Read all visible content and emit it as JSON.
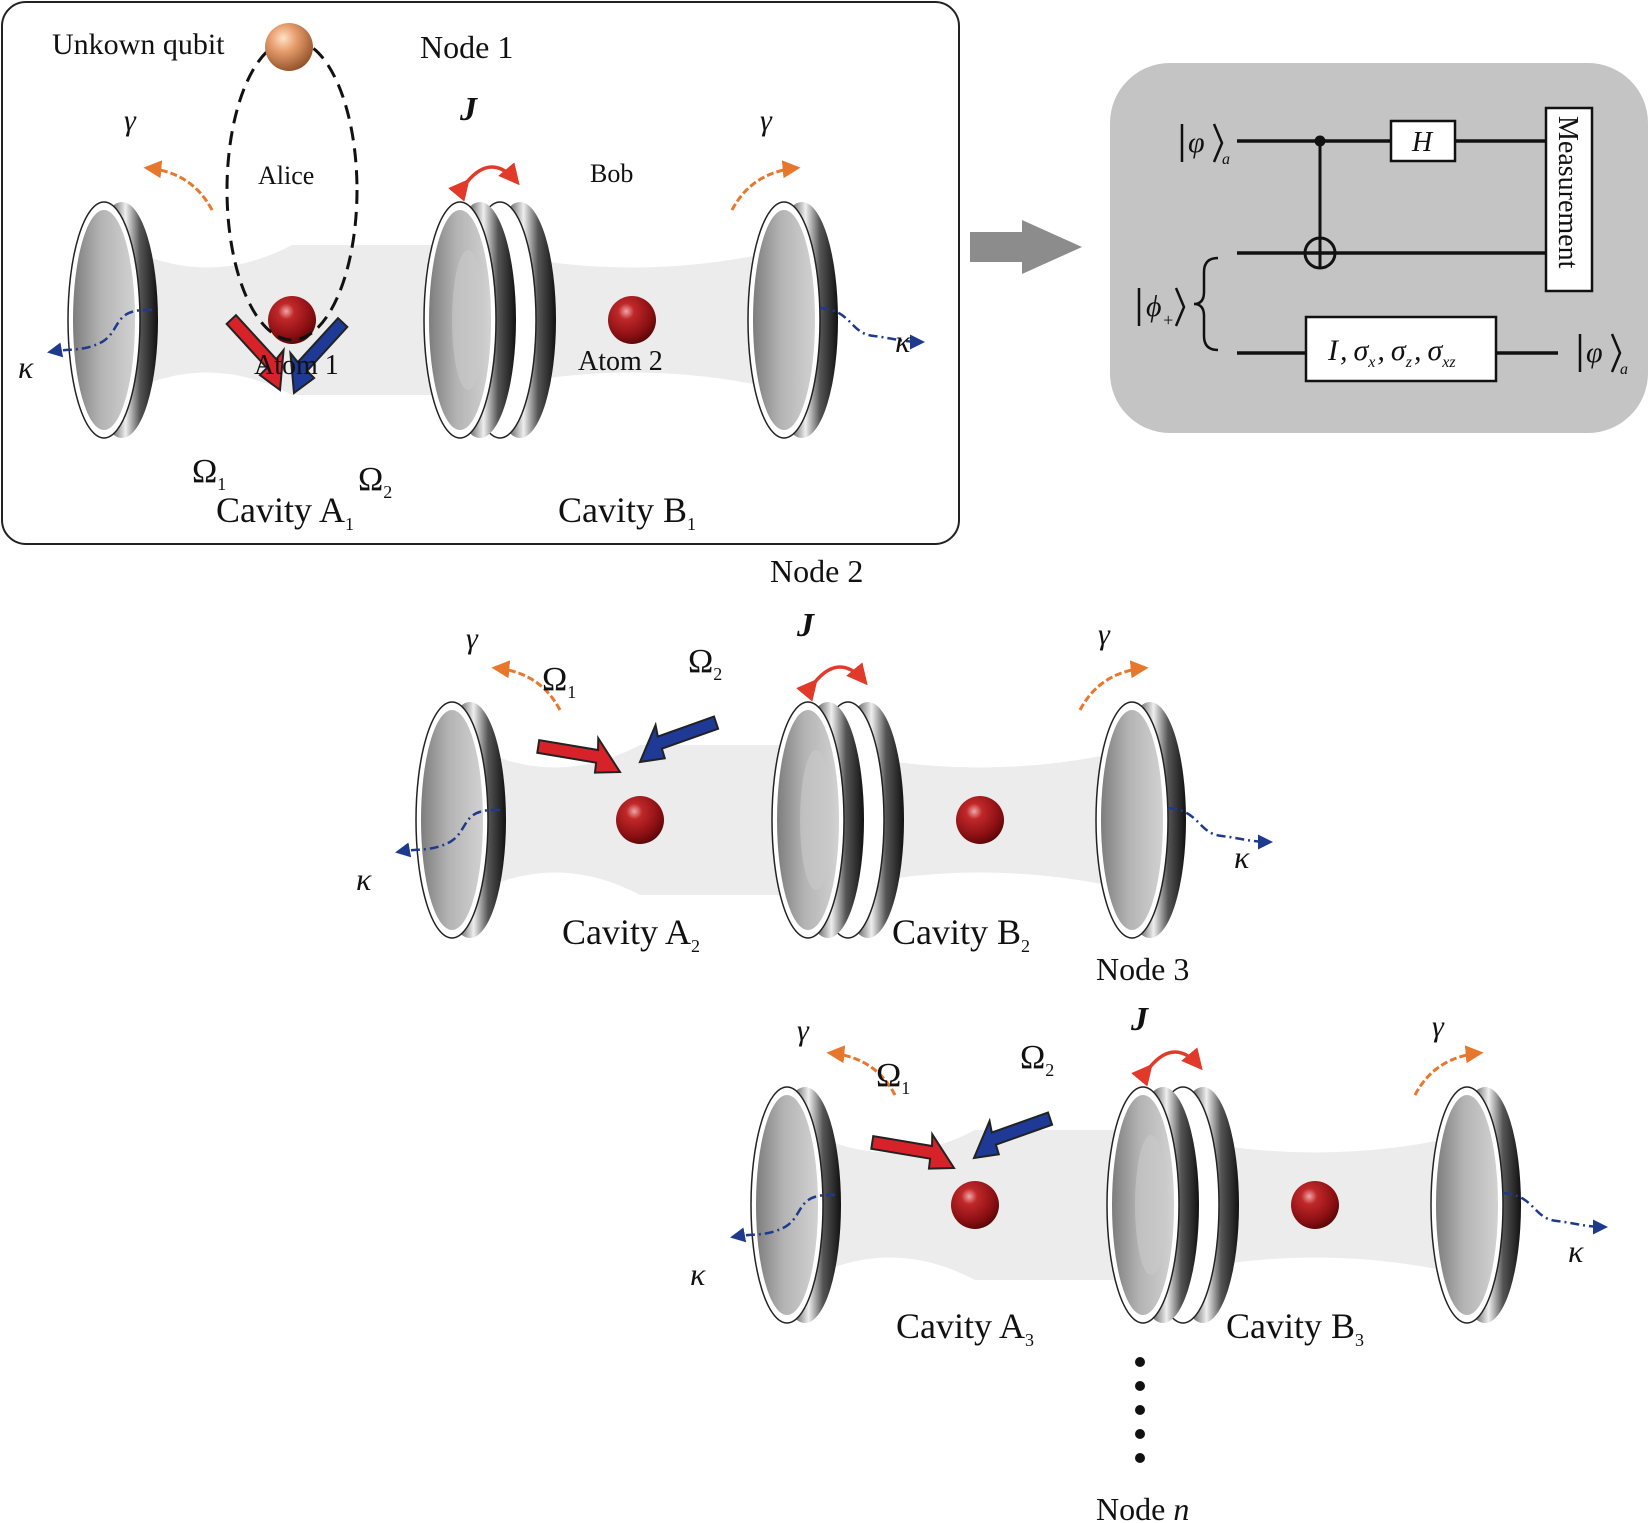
{
  "colors": {
    "photon_damping": "#e8772e",
    "cavity_leak": "#1f3a8c",
    "coupling": "#e23a2a",
    "laser_1": "#d8222a",
    "laser_2": "#1e3a96",
    "atom": "#9c1216",
    "unknown_qubit": "#e0925e",
    "panel": "#c4c4c4"
  },
  "icons": [
    "mirror-icon",
    "double-mirror-icon",
    "atom-icon",
    "laser-arrow-icon",
    "wavy-arrow-icon",
    "curved-arrow-icon"
  ],
  "node1": {
    "title": "Node 1",
    "unknown_qubit": "Unkown qubit",
    "alice": "Alice",
    "bob": "Bob",
    "atom1": "Atom 1",
    "atom2": "Atom 2",
    "gamma": "γ",
    "kappa": "κ",
    "J": "J",
    "omega": "Ω",
    "sub1": "1",
    "sub2": "2",
    "cavity_word": "Cavity A",
    "cavity_word_b": "Cavity B"
  },
  "node2": {
    "title": "Node 2",
    "cavity_a_sub": "2",
    "cavity_b_sub": "2"
  },
  "node3": {
    "title": "Node 3",
    "cavity_a_sub": "3",
    "cavity_b_sub": "3"
  },
  "noden": {
    "word": "Node",
    "n": "n"
  },
  "circuit": {
    "ket_a_symbol": "φ",
    "ket_sub": "a",
    "phi_plus_symbol": "ϕ",
    "phi_plus_sub": "+",
    "hadamard": "H",
    "measurement": "Measurement",
    "ops": {
      "I": "I",
      "sx": "σ",
      "sx_sub": "x",
      "sz": "σ",
      "sz_sub": "z",
      "sxz": "σ",
      "sxz_sub": "xz",
      "comma": ","
    }
  }
}
